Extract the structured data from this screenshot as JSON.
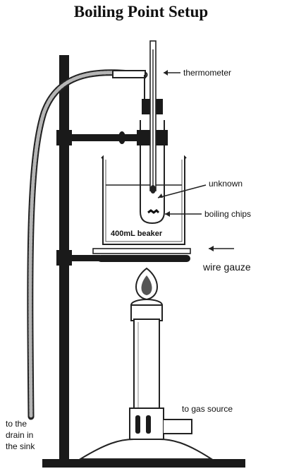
{
  "title": "Boiling Point Setup",
  "labels": {
    "thermometer": "thermometer",
    "unknown": "unknown",
    "boiling_chips": "boiling chips",
    "beaker": "400mL beaker",
    "wire_gauze": "wire gauze",
    "gas_source": "to gas source",
    "drain_line1": "to the",
    "drain_line2": "drain in",
    "drain_line3": "the sink"
  },
  "colors": {
    "ink": "#111111",
    "stand": "#1a1a1a",
    "hose": "#9a9a9a",
    "flame": "#555555"
  }
}
